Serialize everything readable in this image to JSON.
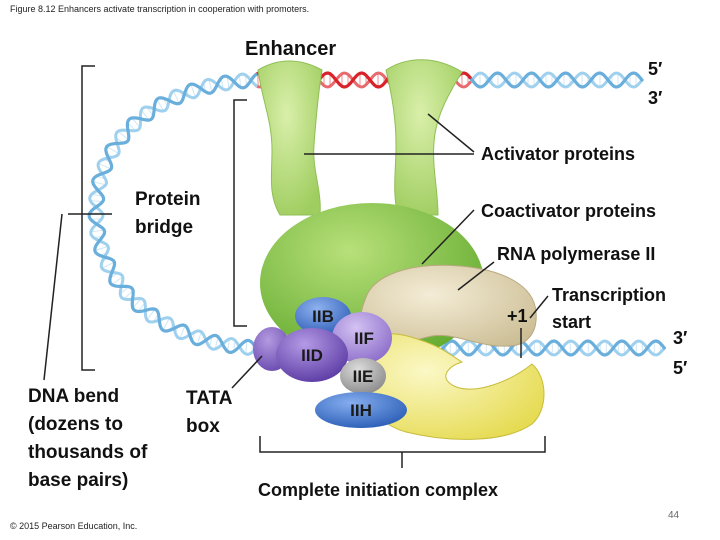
{
  "caption": "Figure 8.12 Enhancers activate transcription in cooperation with promoters.",
  "copyright": "© 2015 Pearson Education, Inc.",
  "page_number": "44",
  "labels": {
    "enhancer": "Enhancer",
    "five_prime": "5′",
    "three_prime": "3′",
    "activator_proteins": "Activator proteins",
    "protein_bridge_1": "Protein",
    "protein_bridge_2": "bridge",
    "coactivator_proteins": "Coactivator proteins",
    "rna_polymerase": "RNA  polymerase II",
    "transcription_start_1": "Transcription",
    "transcription_start_2": "start",
    "plus_one": "+1",
    "dna_bend_1": "DNA bend",
    "dna_bend_2": "(dozens to",
    "dna_bend_3": "thousands of",
    "dna_bend_4": "base pairs)",
    "tata_1": "TATA",
    "tata_2": "box",
    "complete_complex": "Complete initiation complex"
  },
  "factors": {
    "iib": "IIB",
    "iif": "IIF",
    "iid": "IID",
    "iie": "IIE",
    "iih": "IIH"
  },
  "colors": {
    "dna_strand_a": "#6aaedc",
    "dna_strand_b": "#9fd0ee",
    "enhancer_dna": "#d8232a",
    "activator": "#b9dc7f",
    "coactivator": "#8cc851",
    "polymerase_outer": "#e2d6b2",
    "polymerase_inner": "#f2ec86",
    "iib": "#4a7ad0",
    "iif": "#a48ad8",
    "iid": "#7a5ac2",
    "iie": "#a8a8a8",
    "iih": "#3e72c8"
  }
}
